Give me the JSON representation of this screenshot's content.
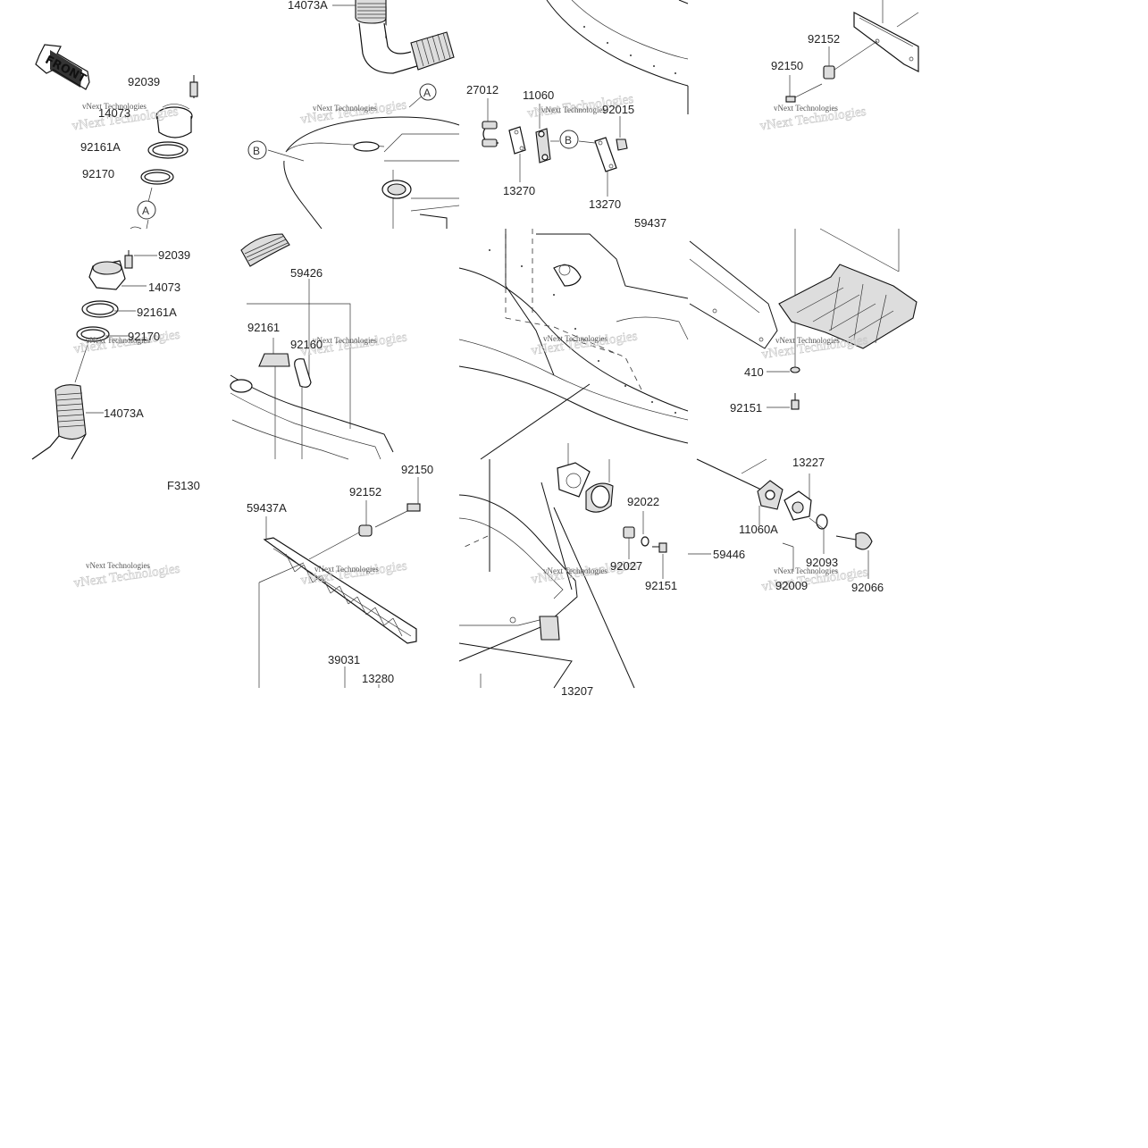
{
  "diagram": {
    "direction_label": "FRONT",
    "figure_code": "F3130",
    "watermark": "vNext Technologies",
    "callout_letters": [
      "A",
      "B"
    ],
    "part_numbers": {
      "p14073A_top": "14073A",
      "p92039_top": "92039",
      "p14073_top": "14073",
      "p92161A_top": "92161A",
      "p92170_top": "92170",
      "p27012": "27012",
      "p11060": "11060",
      "p92015": "92015",
      "p13270_a": "13270",
      "p13270_b": "13270",
      "p92152_top": "92152",
      "p92150_top": "92150",
      "p92039_mid": "92039",
      "p14073_mid": "14073",
      "p92161A_mid": "92161A",
      "p92170_mid": "92170",
      "p14073A_mid": "14073A",
      "p59426": "59426",
      "p92161": "92161",
      "p92160": "92160",
      "p59437": "59437",
      "p410": "410",
      "p92151_right": "92151",
      "p92150_bot": "92150",
      "p92152_bot": "92152",
      "p59437A": "59437A",
      "p39031": "39031",
      "p13280": "13280",
      "p92022": "92022",
      "p92027": "92027",
      "p92151_bot": "92151",
      "p59446": "59446",
      "p13227": "13227",
      "p11060A": "11060A",
      "p92093": "92093",
      "p92009": "92009",
      "p92066": "92066",
      "p13207_partial": "13207"
    }
  }
}
